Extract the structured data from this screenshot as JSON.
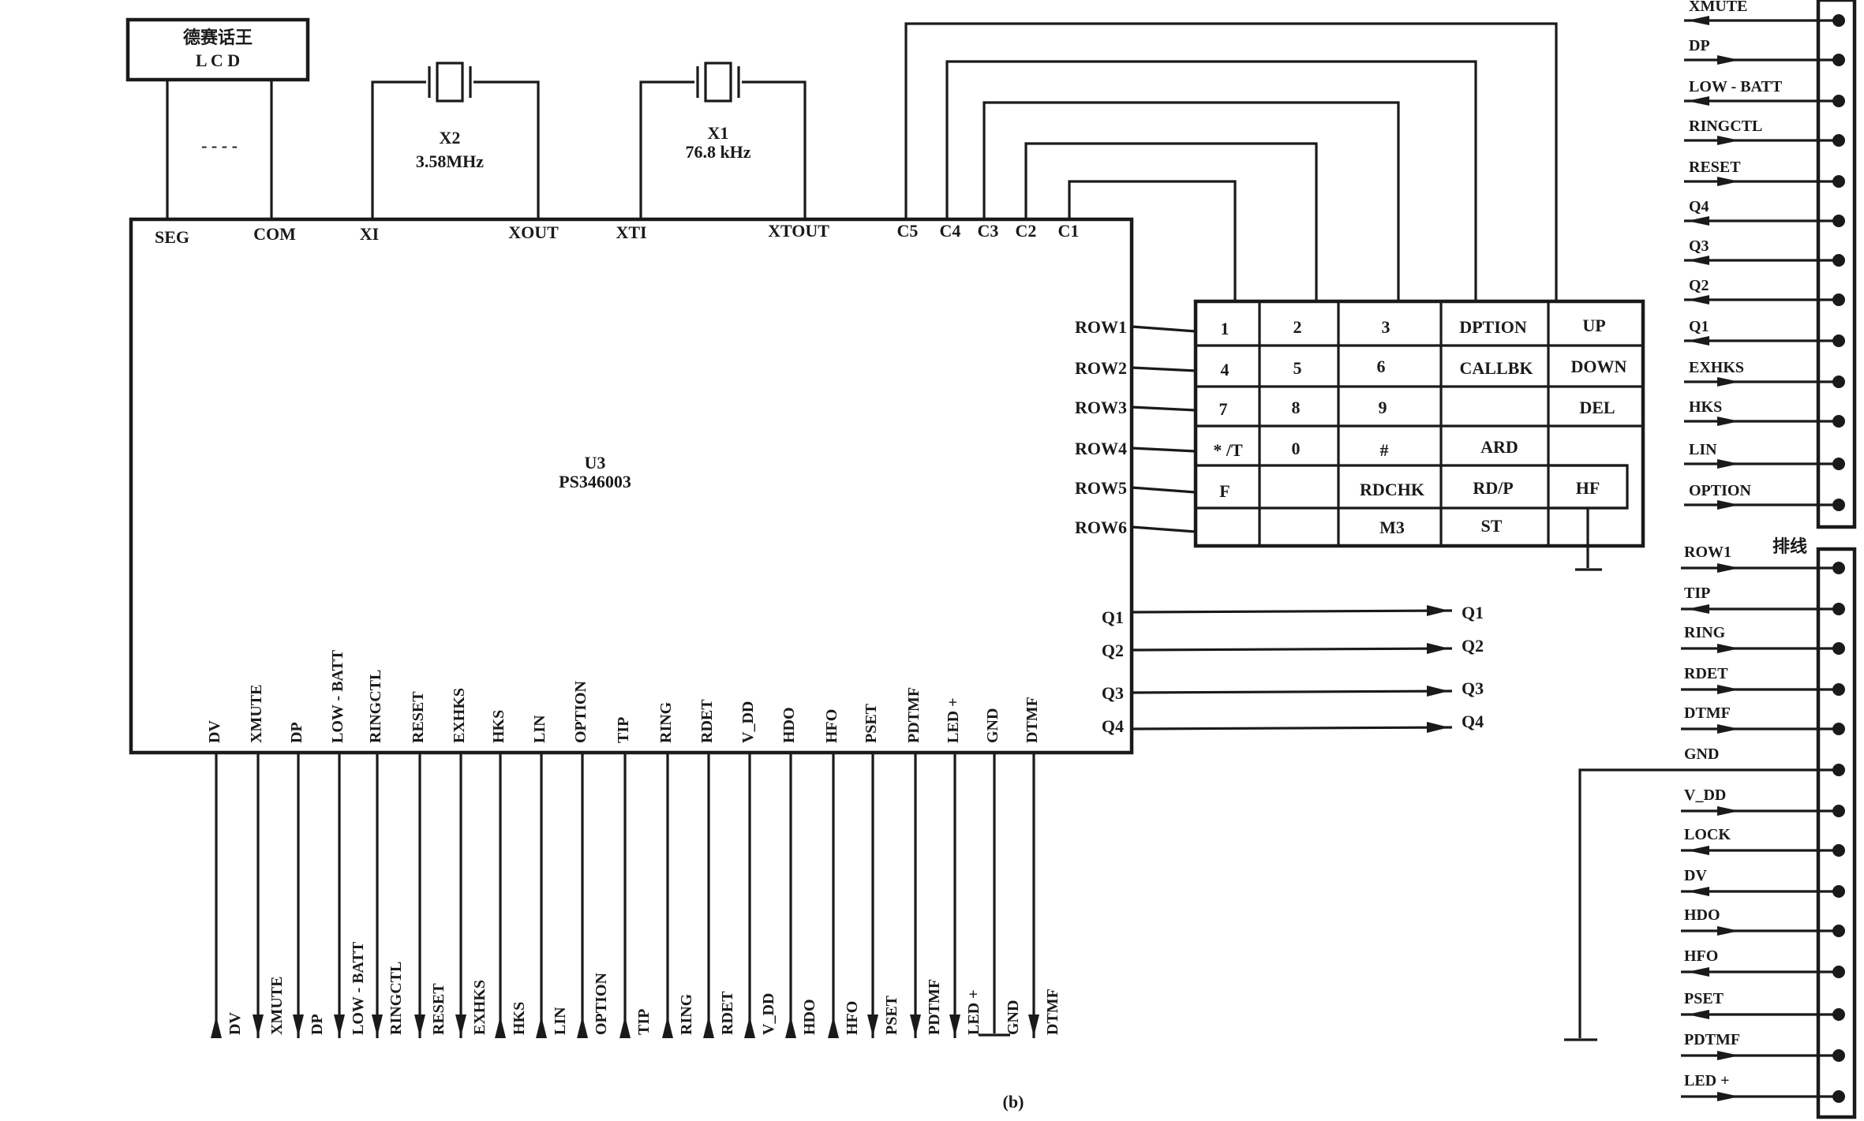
{
  "lcd": {
    "title": "德赛话王",
    "subtitle": "L C D",
    "dashes": "- - - -"
  },
  "crystals": [
    {
      "name": "X2",
      "freq": "3.58MHz"
    },
    {
      "name": "X1",
      "freq": "76.8 kHz"
    }
  ],
  "chip": {
    "ref": "U3",
    "part": "PS346003"
  },
  "top_pins": [
    "SEG",
    "COM",
    "XI",
    "XOUT",
    "XTI",
    "XTOUT",
    "C5",
    "C4",
    "C3",
    "C2",
    "C1"
  ],
  "row_pins": [
    "ROW1",
    "ROW2",
    "ROW3",
    "ROW4",
    "ROW5",
    "ROW6"
  ],
  "q_pins": [
    "Q1",
    "Q2",
    "Q3",
    "Q4"
  ],
  "bottom_pins": [
    "DV",
    "XMUTE",
    "DP",
    "LOW - BATT",
    "RINGCTL",
    "RESET",
    "EXHKS",
    "HKS",
    "LIN",
    "OPTION",
    "TIP",
    "RING",
    "RDET",
    "V_DD",
    "HDO",
    "HFO",
    "PSET",
    "PDTMF",
    "LED +",
    "GND",
    "DTMF"
  ],
  "keypad": [
    [
      "1",
      "2",
      "3",
      "DPTION",
      "UP"
    ],
    [
      "4",
      "5",
      "6",
      "CALLBK",
      "DOWN"
    ],
    [
      "7",
      "8",
      "9",
      "",
      "DEL"
    ],
    [
      "* /T",
      "0",
      "#",
      "ARD",
      ""
    ],
    [
      "F",
      "",
      "RDCHK",
      "RD/P",
      "HF"
    ],
    [
      "",
      "",
      "M3",
      "ST",
      ""
    ]
  ],
  "connector1": {
    "pins": [
      "XMUTE",
      "DP",
      "LOW - BATT",
      "RINGCTL",
      "RESET",
      "Q4",
      "Q3",
      "Q2",
      "Q1",
      "EXHKS",
      "HKS",
      "LIN",
      "OPTION"
    ]
  },
  "connector2": {
    "label": "排线",
    "pins": [
      "ROW1",
      "TIP",
      "RING",
      "RDET",
      "DTMF",
      "GND",
      "V_DD",
      "LOCK",
      "DV",
      "HDO",
      "HFO",
      "PSET",
      "PDTMF",
      "LED +"
    ]
  },
  "caption": "(b)"
}
